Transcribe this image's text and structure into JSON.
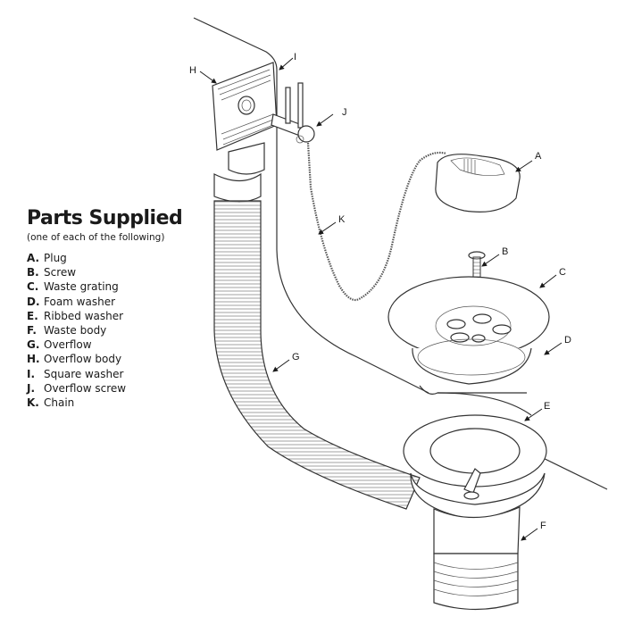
{
  "parts_panel": {
    "title": "Parts Supplied",
    "subtitle": "(one of each of the following)",
    "items": [
      {
        "letter": "A.",
        "name": "Plug"
      },
      {
        "letter": "B.",
        "name": "Screw"
      },
      {
        "letter": "C.",
        "name": "Waste grating"
      },
      {
        "letter": "D.",
        "name": "Foam washer"
      },
      {
        "letter": "E.",
        "name": "Ribbed washer"
      },
      {
        "letter": "F.",
        "name": "Waste body"
      },
      {
        "letter": "G.",
        "name": "Overflow"
      },
      {
        "letter": "H.",
        "name": "Overflow body"
      },
      {
        "letter": "I.",
        "name": "Square washer"
      },
      {
        "letter": "J.",
        "name": "Overflow screw"
      },
      {
        "letter": "K.",
        "name": "Chain"
      }
    ]
  },
  "callouts": {
    "A": "A",
    "B": "B",
    "C": "C",
    "D": "D",
    "E": "E",
    "F": "F",
    "G": "G",
    "H": "H",
    "I": "I",
    "J": "J",
    "K": "K"
  },
  "colors": {
    "line": "#333333",
    "text": "#1a1a1a",
    "background": "#ffffff"
  }
}
